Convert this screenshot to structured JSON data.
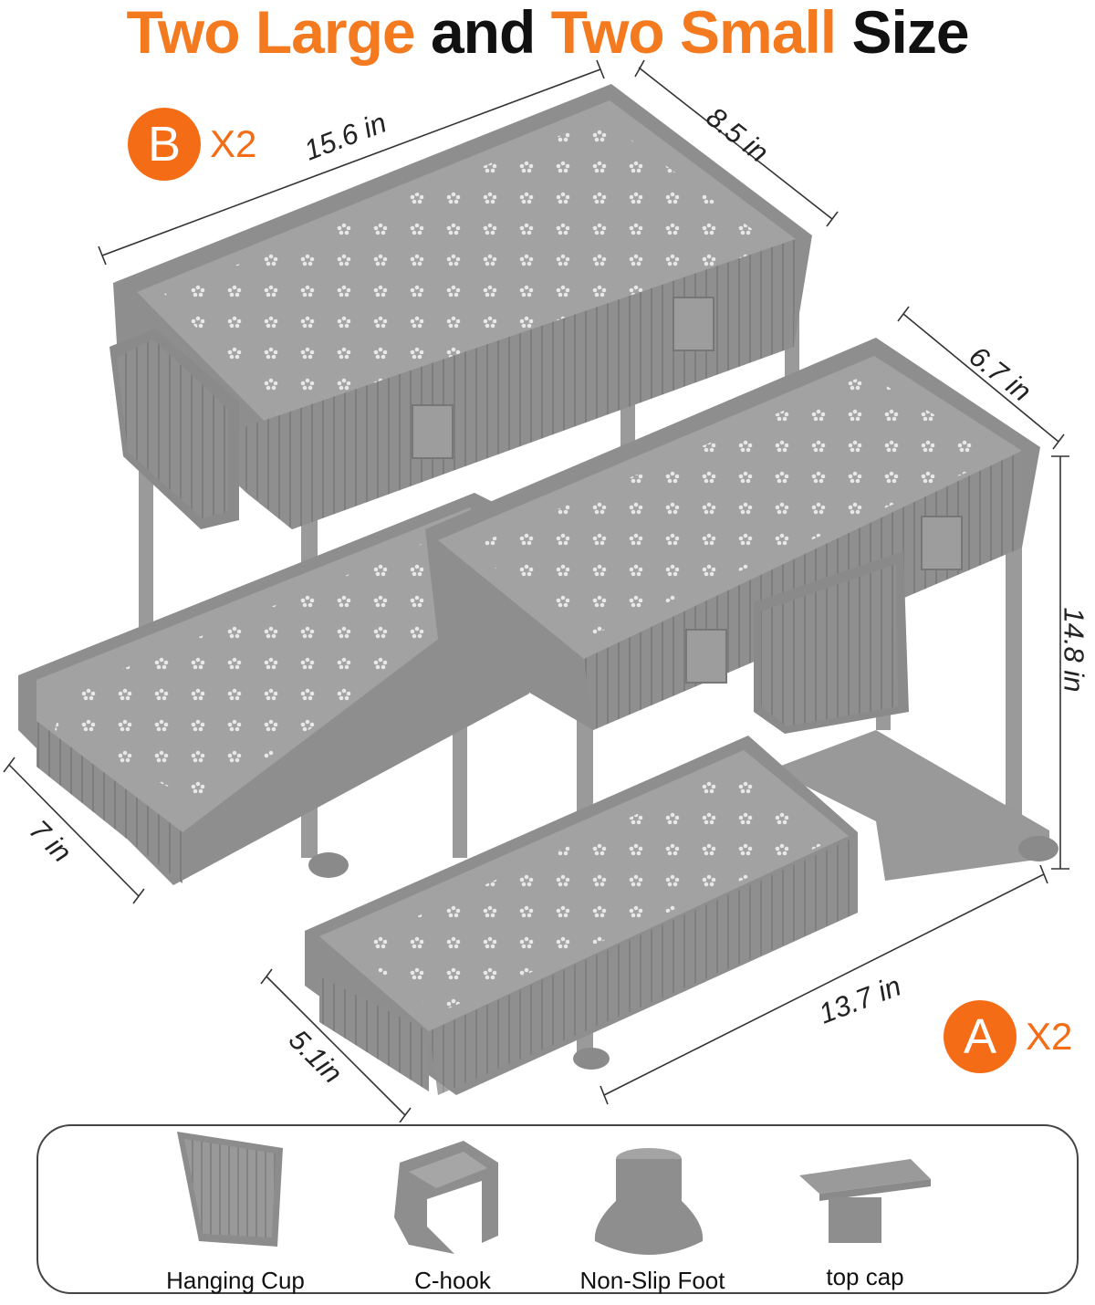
{
  "title": {
    "part1": "Two Large",
    "part2": "and",
    "part3": "Two Small",
    "part4": "Size"
  },
  "badges": {
    "b": {
      "letter": "B",
      "count": "X2"
    },
    "a": {
      "letter": "A",
      "count": "X2"
    }
  },
  "dimensions": {
    "large_length": "15.6 in",
    "large_width": "8.5 in",
    "small_width_top": "6.7 in",
    "height": "14.8 in",
    "drawer_width_large": "7 in",
    "drawer_width_small": "5.1in",
    "small_length": "13.7 in"
  },
  "accessories": [
    {
      "label": "Hanging Cup",
      "icon": "hanging-cup-icon"
    },
    {
      "label": "C-hook",
      "icon": "c-hook-icon"
    },
    {
      "label": "Non-Slip Foot",
      "icon": "non-slip-foot-icon"
    },
    {
      "label": "top cap",
      "icon": "top-cap-icon"
    }
  ],
  "colors": {
    "accent": "#f46d16",
    "product_gray": "#9a9a9a"
  }
}
